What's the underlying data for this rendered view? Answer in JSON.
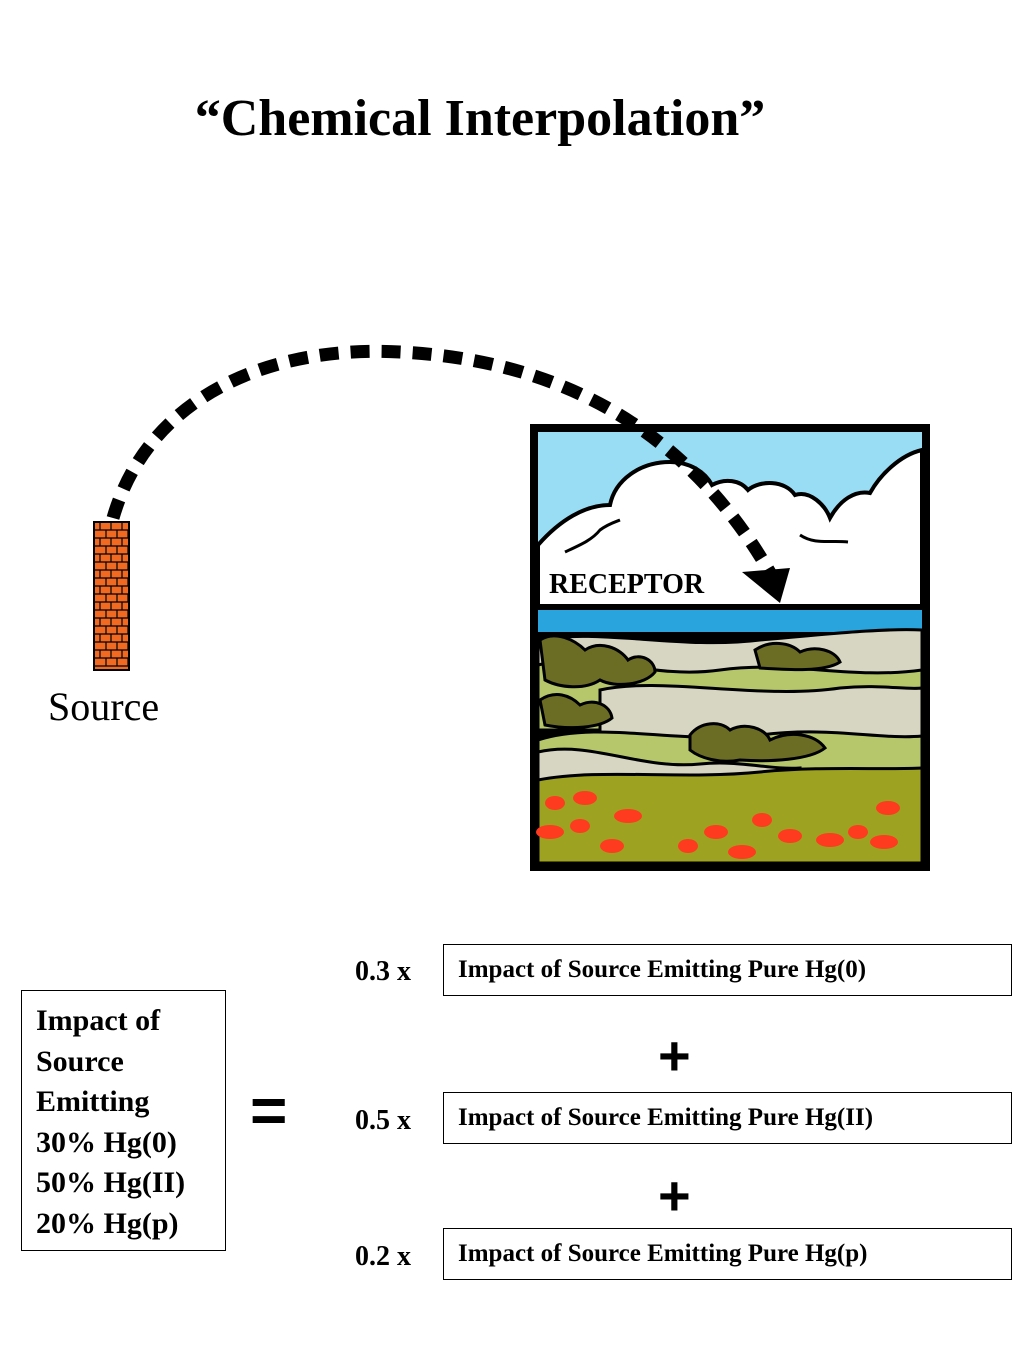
{
  "title": "“Chemical Interpolation”",
  "source_label": "Source",
  "receptor_label": "RECEPTOR",
  "mixture_box": {
    "lines": [
      "Impact of",
      "Source",
      "Emitting",
      "30% Hg(0)",
      "50% Hg(II)",
      "20% Hg(p)"
    ]
  },
  "equals": "=",
  "plus": "+",
  "terms": [
    {
      "coefficient": "0.3 x",
      "label": "Impact of Source Emitting Pure Hg(0)"
    },
    {
      "coefficient": "0.5 x",
      "label": "Impact of Source Emitting Pure Hg(II)"
    },
    {
      "coefficient": "0.2 x",
      "label": "Impact of Source Emitting Pure Hg(p)"
    }
  ],
  "colors": {
    "chimney": "#f26a21",
    "sky": "#99ddf5",
    "water": "#2aa4dd",
    "hill_light": "#d6d6c2",
    "hill_green": "#b5c76a",
    "grass": "#9ea221",
    "tree": "#6b6d25",
    "flower": "#ff3b1f"
  },
  "icons": [
    "chimney-icon",
    "landscape-icon",
    "trajectory-arrow-icon"
  ]
}
